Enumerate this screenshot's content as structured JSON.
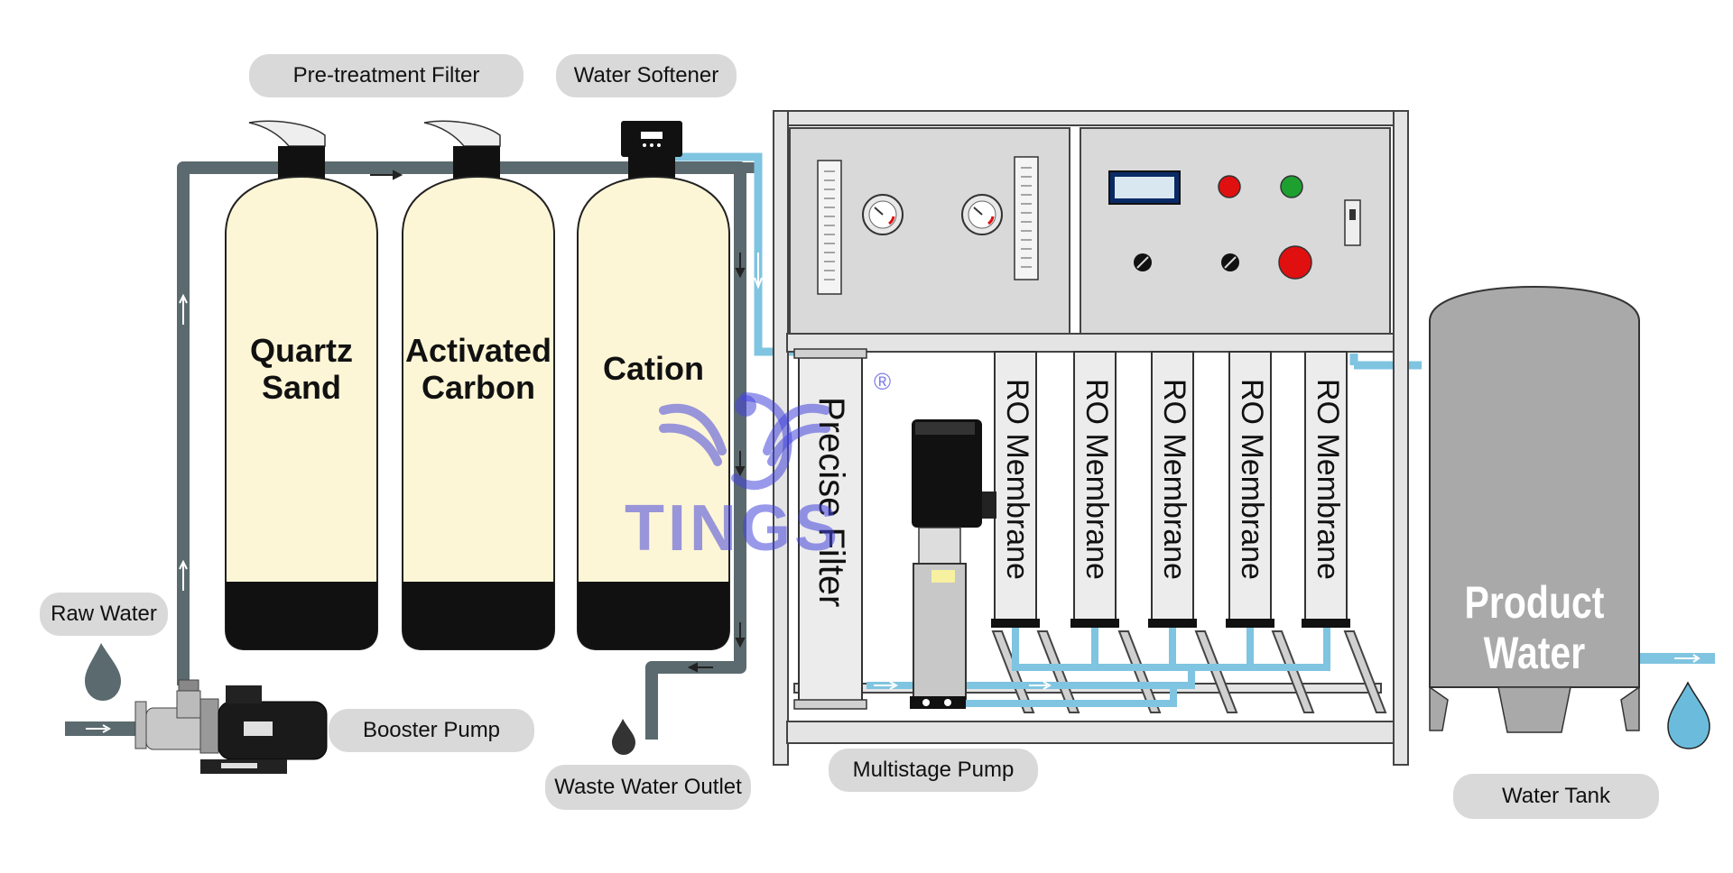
{
  "labels": {
    "pretreatment": "Pre-treatment Filter",
    "softener": "Water Softener",
    "raw_water": "Raw Water",
    "booster_pump": "Booster Pump",
    "waste_outlet": "Waste Water Outlet",
    "multistage_pump": "Multistage Pump",
    "water_tank": "Water Tank"
  },
  "tanks": {
    "quartz": [
      "Quartz",
      "Sand"
    ],
    "carbon": [
      "Activated",
      "Carbon"
    ],
    "cation": "Cation"
  },
  "precise_filter": "Precise Filter",
  "ro_membrane": "RO Membrane",
  "product_water": [
    "Product",
    "Water"
  ],
  "logo": {
    "text": "TINGS",
    "registered": "®"
  },
  "colors": {
    "pipe_dark": "#5b6a6e",
    "pipe_light": "#7fc4e0",
    "tank_fill": "#fdf6d6",
    "tank_base": "#111111",
    "panel": "#d9d9d9",
    "product_tank": "#a9a9a9",
    "drop_blue": "#6bbcdc",
    "indicator_red": "#e01010",
    "indicator_green": "#1ea030"
  }
}
